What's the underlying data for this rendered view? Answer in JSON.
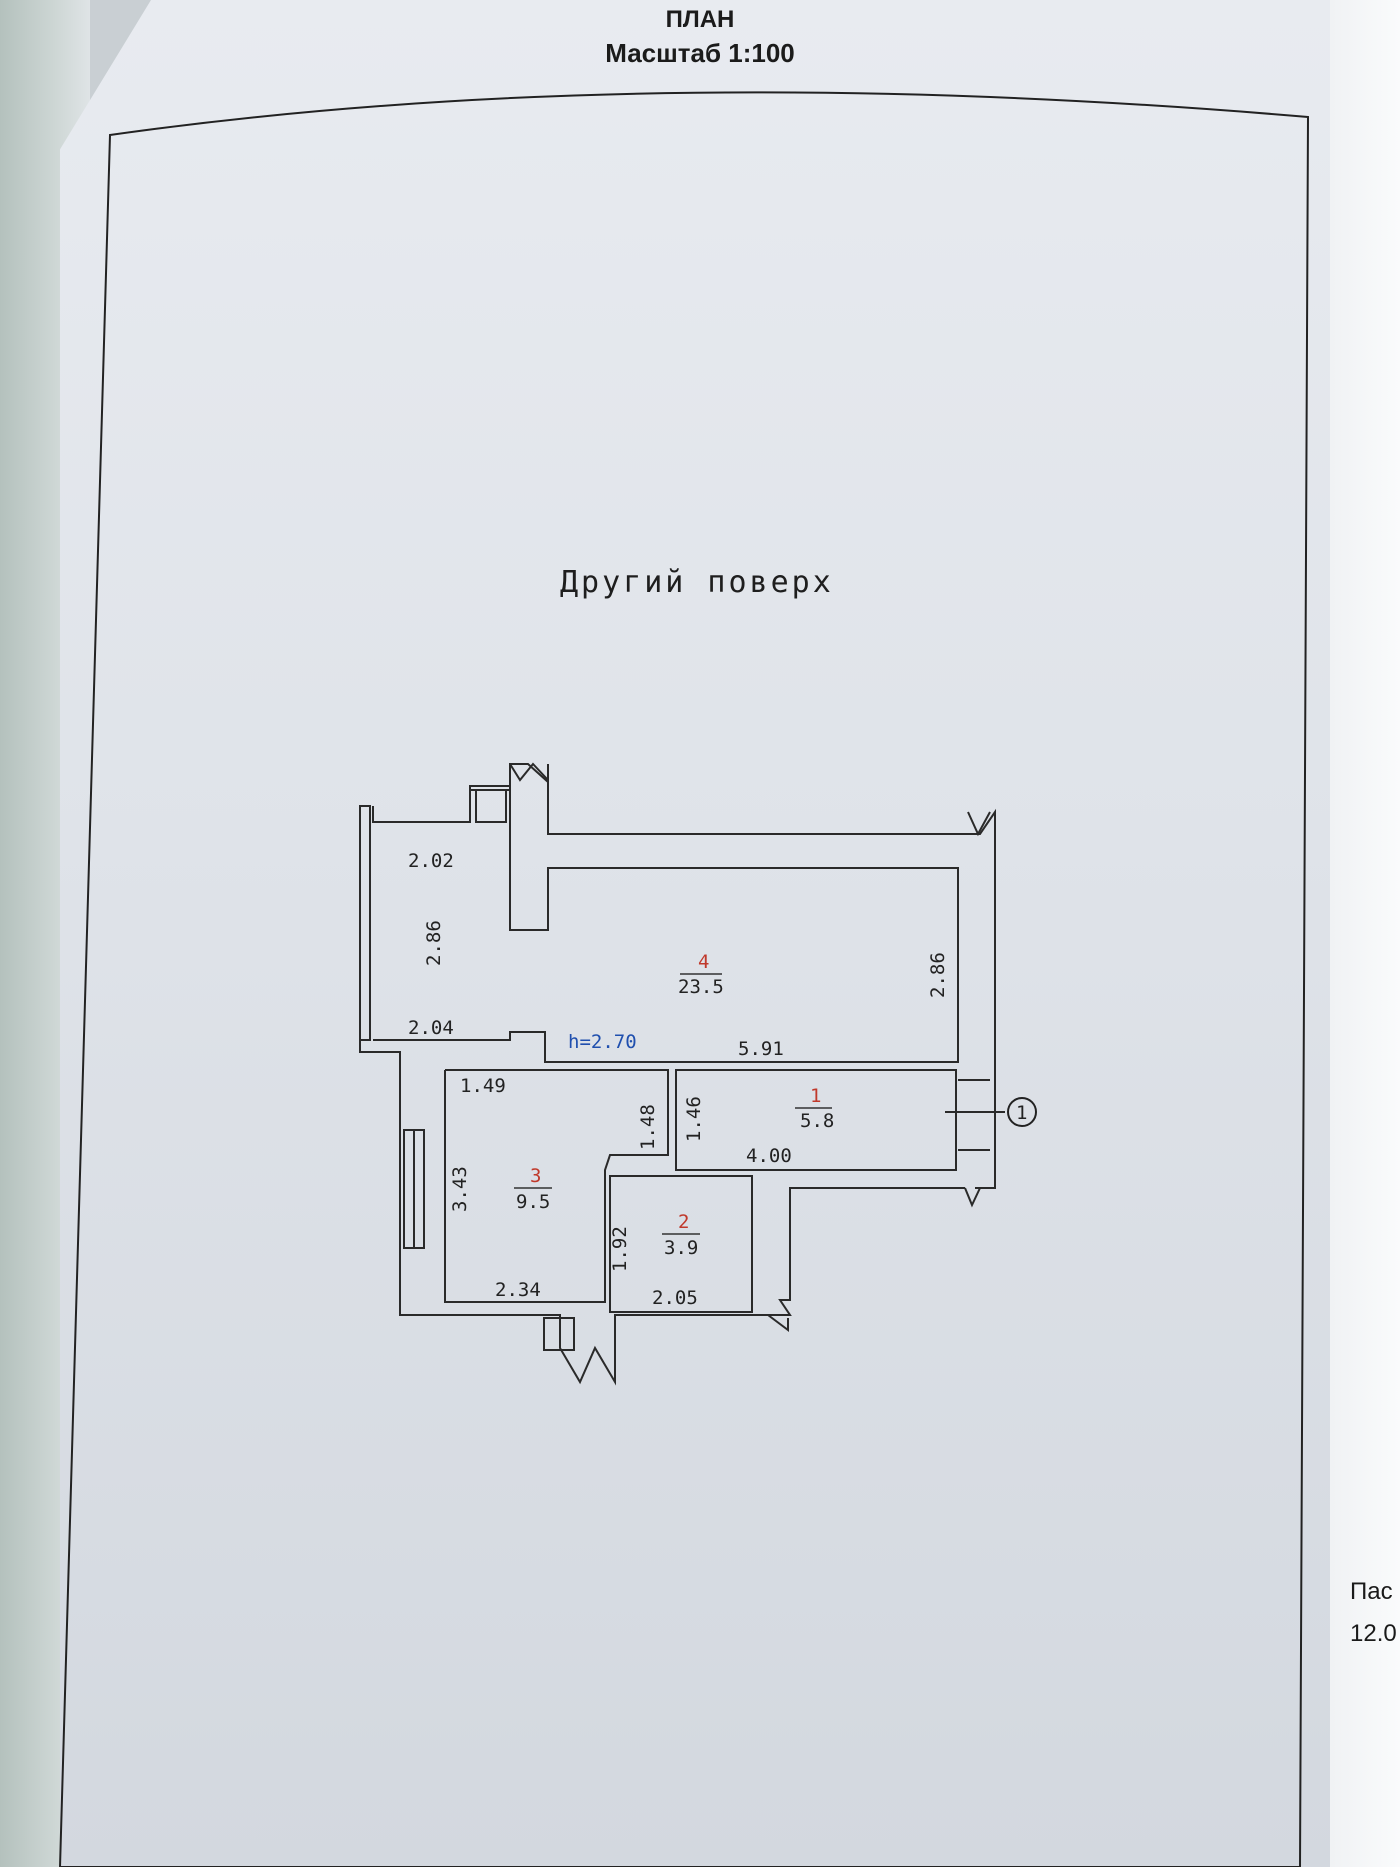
{
  "header": {
    "title": "ПЛАН",
    "scale": "Масштаб 1:100"
  },
  "floor_title": "Другий поверх",
  "height_label": "h=2.70",
  "rooms": [
    {
      "number": "1",
      "area": "5.8"
    },
    {
      "number": "2",
      "area": "3.9"
    },
    {
      "number": "3",
      "area": "9.5"
    },
    {
      "number": "4",
      "area": "23.5"
    }
  ],
  "dimensions": {
    "balcony_top": "2.02",
    "balcony_side": "2.86",
    "balcony_bottom": "2.04",
    "room4_right": "2.86",
    "room4_bottom": "5.91",
    "room3_top": "1.49",
    "room3_right": "1.48",
    "room3_left": "3.43",
    "room3_bottom": "2.34",
    "room1_left": "1.46",
    "room1_bottom": "4.00",
    "room2_left": "1.92",
    "room2_bottom": "2.05"
  },
  "entrance_marker": "1",
  "side_page": {
    "line1": "Пас",
    "line2": "12.0"
  }
}
